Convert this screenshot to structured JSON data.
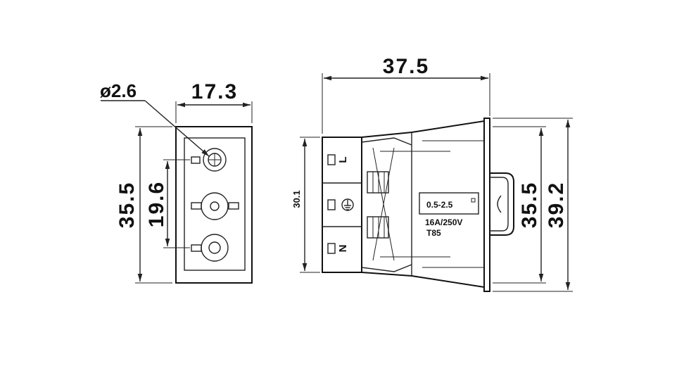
{
  "front_view": {
    "hole_diameter": "ø2.6",
    "width": "17.3",
    "height": "35.5",
    "pitch": "19.6"
  },
  "side_view": {
    "length": "37.5",
    "height_inner": "30.1",
    "height_mid": "35.5",
    "height_outer": "39.2",
    "terminal_L": "L",
    "terminal_N": "N",
    "earth_symbol": "earth-ground-icon",
    "wire_range": "0.5-2.5",
    "rating": "16A/250V",
    "temperature": "T85"
  }
}
